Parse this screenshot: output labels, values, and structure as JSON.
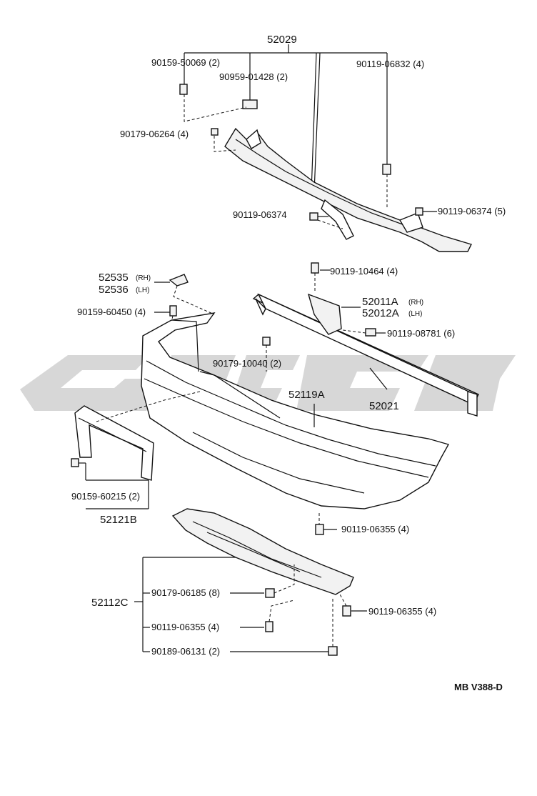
{
  "diagram": {
    "assembly_top": "52029",
    "parts": {
      "p90159_50069": "90159-50069 (2)",
      "p90959_01428": "90959-01428 (2)",
      "p90119_06832": "90119-06832 (4)",
      "p90179_06264": "90179-06264 (4)",
      "p90119_06374_a": "90119-06374",
      "p90119_06374_b": "90119-06374 (5)",
      "p52535": "52535",
      "p52535_side": "(RH)",
      "p52536": "52536",
      "p52536_side": "(LH)",
      "p90159_60450": "90159-60450 (4)",
      "p90119_10464": "90119-10464 (4)",
      "p52011A": "52011A",
      "p52011A_side": "(RH)",
      "p52012A": "52012A",
      "p52012A_side": "(LH)",
      "p90119_08781": "90119-08781 (6)",
      "p90179_10040": "90179-10040 (2)",
      "p52119A": "52119A",
      "p52021": "52021",
      "p90159_60215": "90159-60215 (2)",
      "p52121B": "52121B",
      "p90119_06355_a": "90119-06355 (4)",
      "p52112C": "52112C",
      "p90179_06185": "90179-06185 (8)",
      "p90119_06355_b": "90119-06355 (4)",
      "p90119_06355_c": "90119-06355 (4)",
      "p90189_06131": "90189-06131 (2)"
    },
    "footer_code": "MB V388-D"
  }
}
